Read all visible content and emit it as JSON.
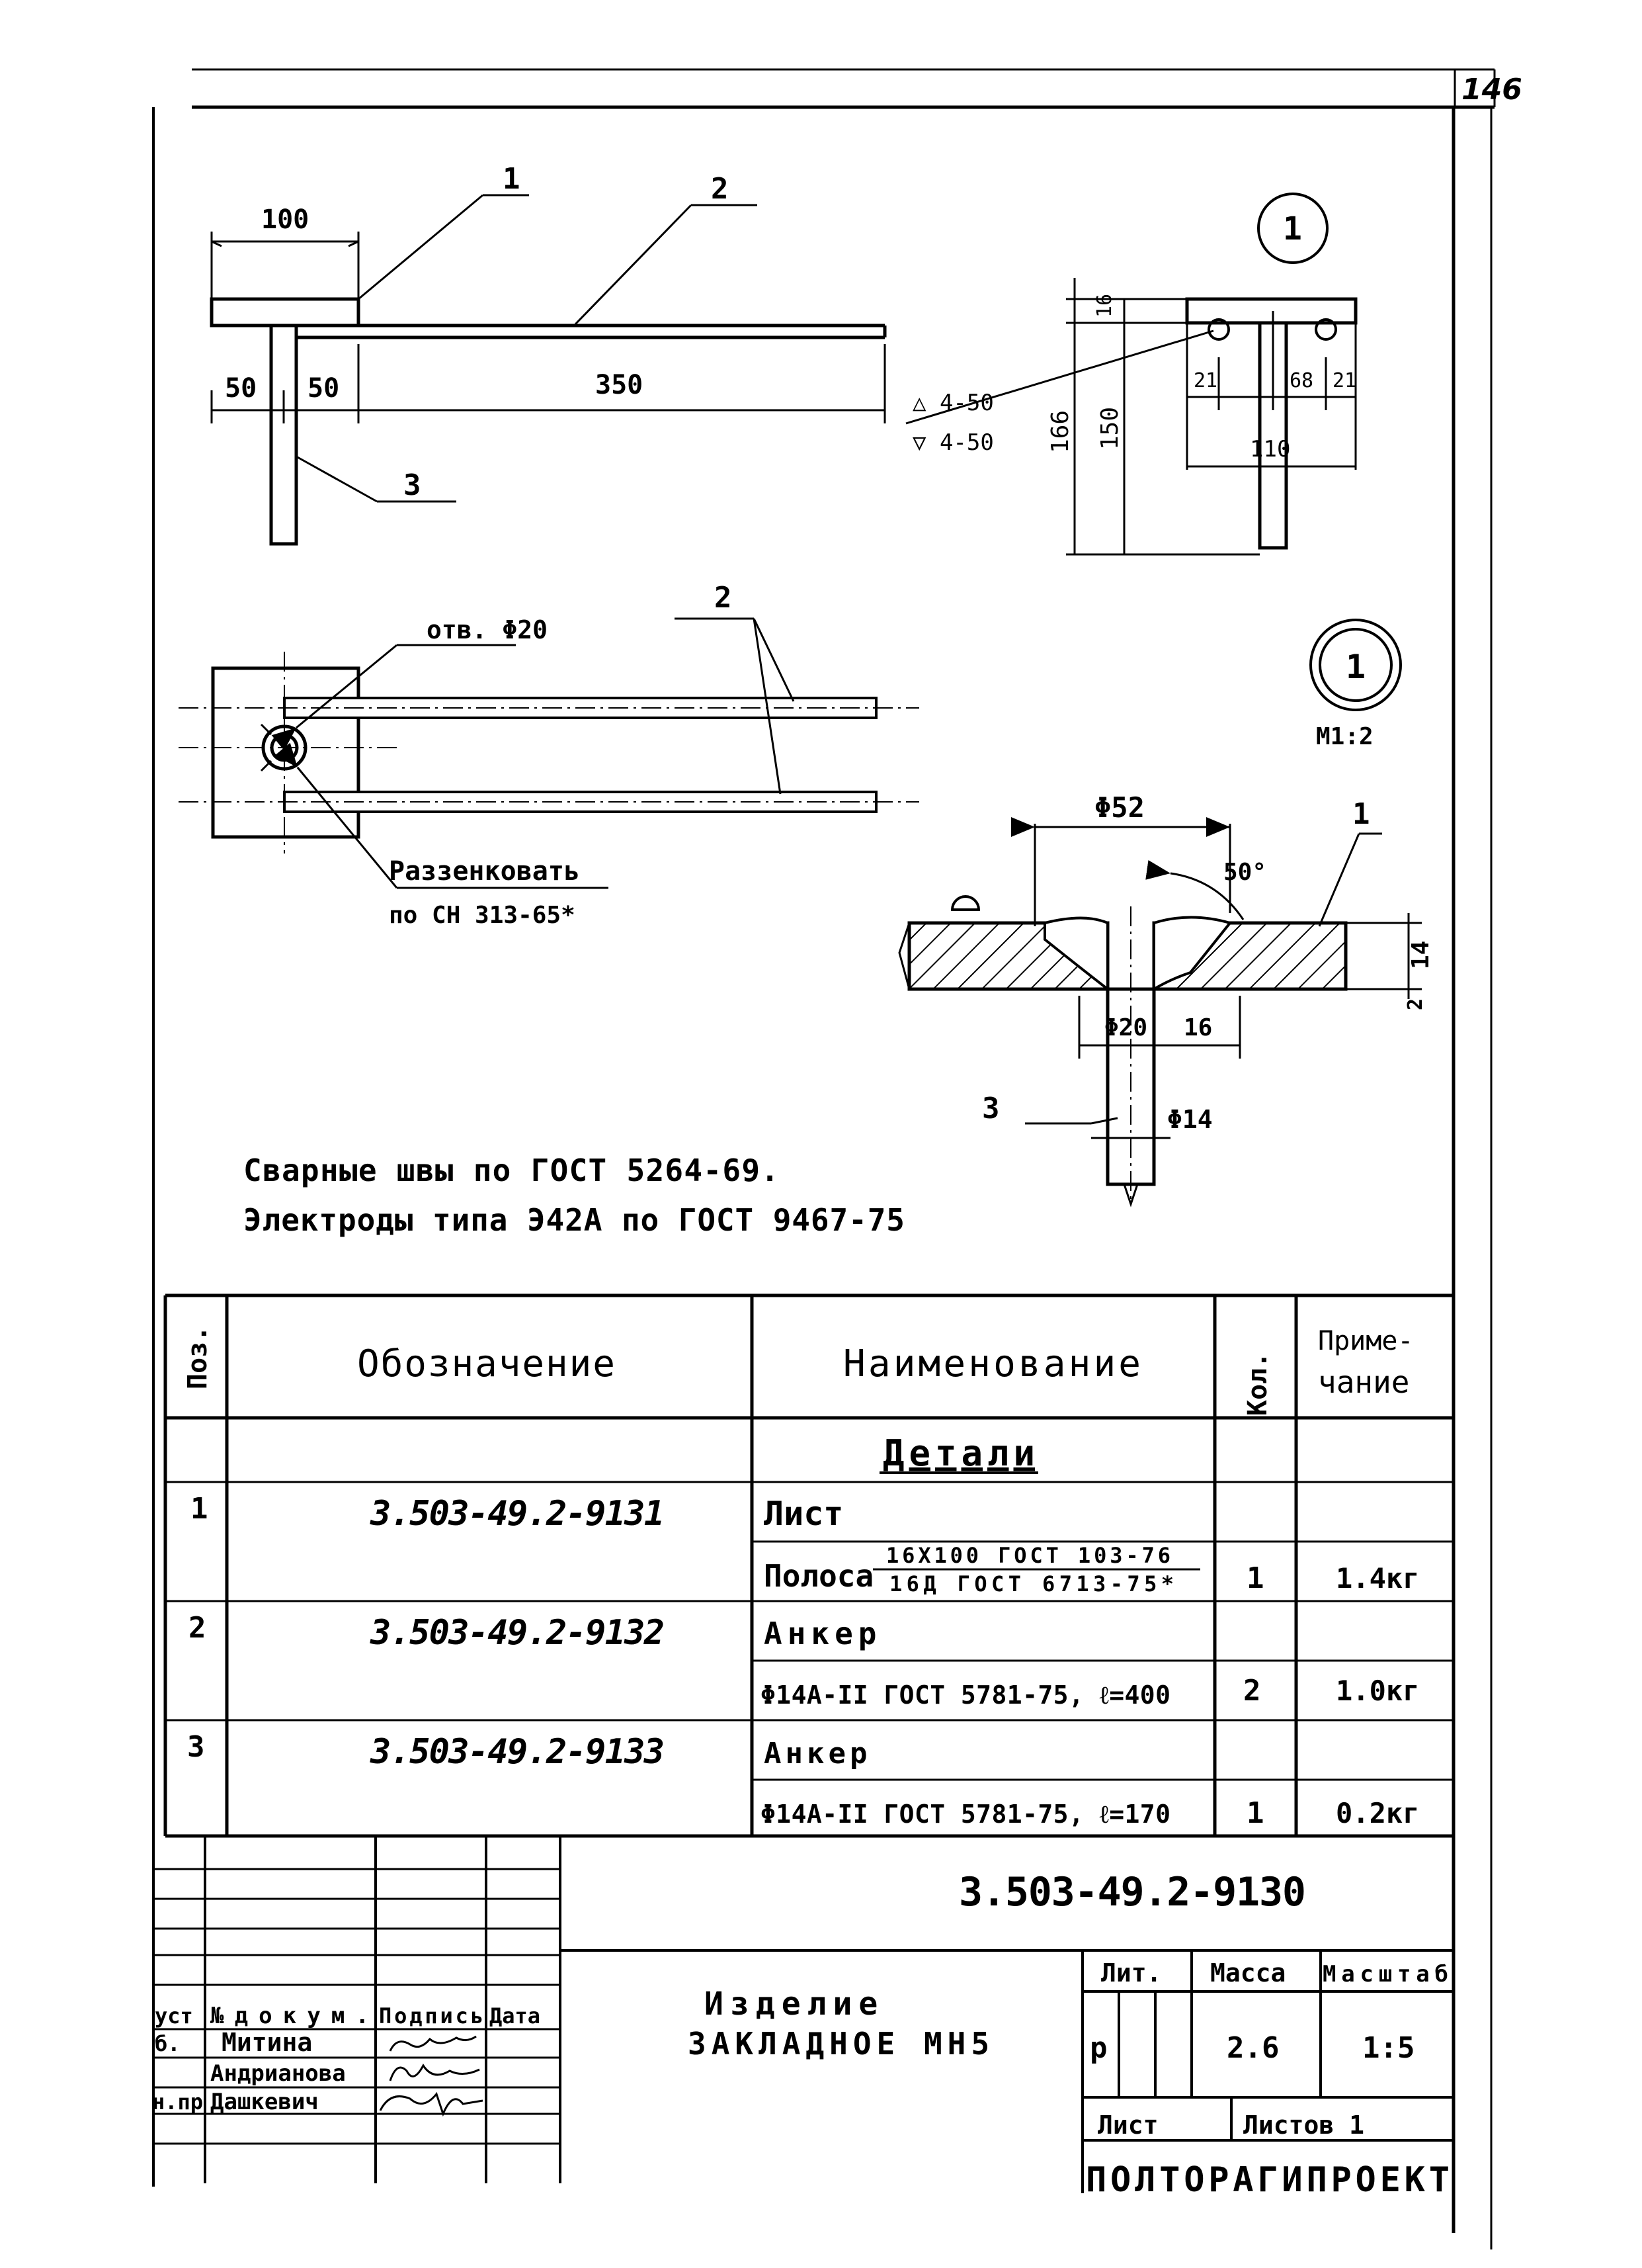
{
  "sheet_number": "146",
  "drawing": {
    "top_view_dims": {
      "plate": "100",
      "edge1": "50",
      "edge2": "50",
      "anchor_len": "350"
    },
    "callouts": {
      "pos1": "1",
      "pos2": "2",
      "pos3": "3"
    },
    "section_dims": {
      "thk": "16",
      "total_h": "166",
      "anchor_h": "150",
      "off1": "21",
      "off2": "68",
      "off3": "21",
      "span": "110"
    },
    "weld_marks": {
      "top": "△ 4-50",
      "bottom": "▽ 4-50"
    },
    "hole_label": "отв. Φ20",
    "countersink_line1": "Раззенковать",
    "countersink_line2": "по СН 313-65*",
    "detail_marker": "1",
    "detail_scale": "М1:2",
    "detail_dims": {
      "d52": "Φ52",
      "angle": "50°",
      "d20": "Φ20",
      "d16": "16",
      "d14": "Φ14",
      "thk": "14",
      "gap": "2"
    },
    "notes": [
      "Сварные швы по ГОСТ 5264-69.",
      "Электроды типа Э42А по ГОСТ 9467-75"
    ]
  },
  "spec_table": {
    "headers": {
      "pos": "Поз.",
      "designation": "Обозначение",
      "name": "Наименование",
      "qty": "Кол.",
      "note_line1": "Приме-",
      "note_line2": "чание"
    },
    "section_title": "Детали",
    "rows": [
      {
        "pos": "1",
        "designation": "3.503-49.2-9131",
        "name": "Лист",
        "qty": "",
        "note": ""
      },
      {
        "pos": "",
        "designation": "",
        "name": "Полоса",
        "name_top": "16Х100 ГОСТ 103-76",
        "name_bottom": "16Д ГОСТ 6713-75*",
        "qty": "1",
        "note": "1.4кг"
      },
      {
        "pos": "2",
        "designation": "3.503-49.2-9132",
        "name": "Анкер",
        "qty": "",
        "note": ""
      },
      {
        "pos": "",
        "designation": "",
        "name": "Φ14А-ІІ ГОСТ 5781-75, ℓ=400",
        "qty": "2",
        "note": "1.0кг"
      },
      {
        "pos": "3",
        "designation": "3.503-49.2-9133",
        "name": "Анкер",
        "qty": "",
        "note": ""
      },
      {
        "pos": "",
        "designation": "",
        "name": "Φ14А-ІІ ГОСТ 5781-75, ℓ=170",
        "qty": "1",
        "note": "0.2кг"
      }
    ]
  },
  "title_block": {
    "doc_code": "3.503-49.2-9130",
    "title_line1": "Изделие",
    "title_line2": "ЗАКЛАДНОЕ МН5",
    "col_headers": {
      "sheet": "уст",
      "doc_no": "№докум.",
      "signature": "Подпись",
      "date": "Дата"
    },
    "people": [
      {
        "role": "б.",
        "name": "Митина"
      },
      {
        "role": "",
        "name": "Андрианова"
      },
      {
        "role": "н.пр",
        "name": "Дашкевич"
      }
    ],
    "lit_label": "Лит.",
    "mass_label": "Масса",
    "scale_label": "Масштаб",
    "lit_value": "р",
    "mass_value": "2.6",
    "scale_value": "1:5",
    "sheet_label": "Лист",
    "sheets_label": "Листов 1",
    "organization": "ПОЛТОРАГИПРОЕКТ"
  }
}
